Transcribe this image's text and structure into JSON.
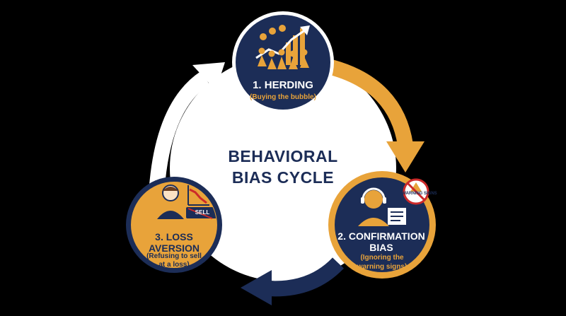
{
  "diagram": {
    "center_title_line1": "BEHAVIORAL",
    "center_title_line2": "BIAS CYCLE",
    "colors": {
      "navy": "#1c2d57",
      "orange": "#e8a33a",
      "white": "#ffffff",
      "background": "#000000"
    }
  },
  "nodes": {
    "herding": {
      "title": "1. HERDING",
      "subtitle": "(Buying the bubble)",
      "icon": "running-crowd-rising-chart-icon"
    },
    "confirmation": {
      "title_line1": "2. CONFIRMATION",
      "title_line2": "BIAS",
      "subtitle_line1": "(Ignoring the",
      "subtitle_line2": "warning signs)",
      "icon": "headphones-investor-icon",
      "warning_sign_label": "WARNING SIGNS"
    },
    "loss_aversion": {
      "title_line1": "3. LOSS",
      "title_line2": "AVERSION",
      "subtitle_line1": "(Refusing to sell",
      "subtitle_line2": "at a loss)",
      "icon": "worried-investor-icon",
      "sell_button_label": "SELL"
    }
  }
}
